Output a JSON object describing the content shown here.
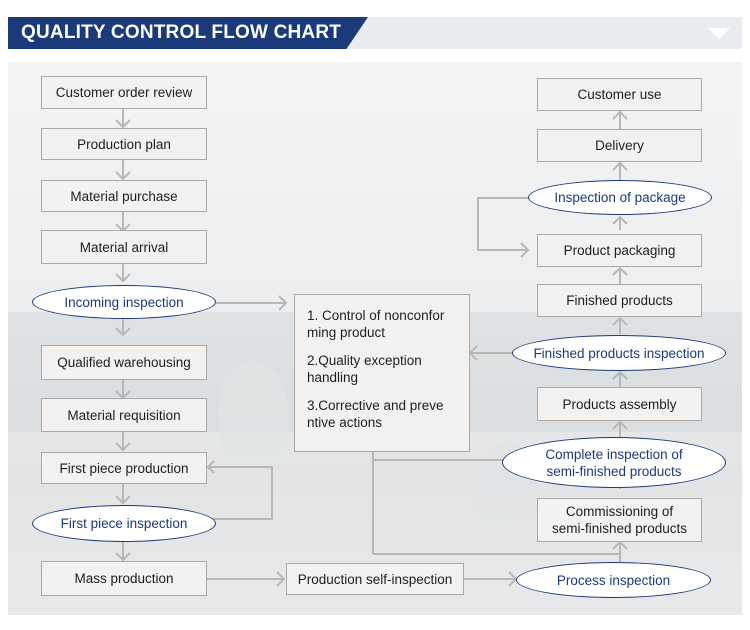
{
  "header": {
    "title": "QUALITY CONTROL FLOW CHART",
    "dropdown_icon": "triangle-down-icon"
  },
  "colors": {
    "header_blue": "#1b3a7a",
    "oval_border": "#1b3a7a",
    "arrow": "#b8b8b8",
    "box_fill": "#f3f2f0"
  },
  "left_column": {
    "customer_order_review": "Customer order review",
    "production_plan": "Production plan",
    "material_purchase": "Material purchase",
    "material_arrival": "Material arrival",
    "incoming_inspection": "Incoming inspection",
    "qualified_warehousing": "Qualified warehousing",
    "material_requisition": "Material requisition",
    "first_piece_production": "First piece production",
    "first_piece_inspection": "First piece inspection",
    "mass_production": "Mass production"
  },
  "center": {
    "production_self_inspection": "Production self-inspection",
    "actions": [
      "1. Control of nonconfor\n   ming product",
      "2.Quality exception\n   handling",
      "3.Corrective and preve\n   ntive actions"
    ]
  },
  "right_column": {
    "customer_use": "Customer use",
    "delivery": "Delivery",
    "inspection_of_package": "Inspection of package",
    "product_packaging": "Product packaging",
    "finished_products": "Finished products",
    "finished_products_inspection": "Finished products inspection",
    "products_assembly": "Products assembly",
    "complete_inspection_line1": "Complete inspection of",
    "complete_inspection_line2": "semi-finished products",
    "commissioning_line1": "Commissioning of",
    "commissioning_line2": "semi-finished products",
    "process_inspection": "Process inspection"
  }
}
